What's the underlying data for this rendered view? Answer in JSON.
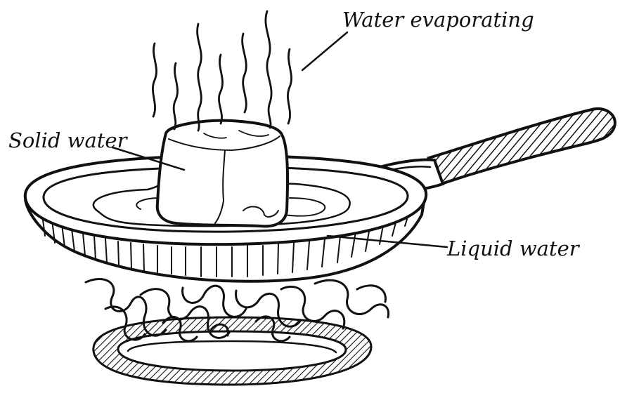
{
  "labels": {
    "evaporating": "Water evaporating",
    "solid": "Solid water",
    "liquid": "Liquid water"
  },
  "colors": {
    "ink": "#111111",
    "background": "#ffffff"
  }
}
